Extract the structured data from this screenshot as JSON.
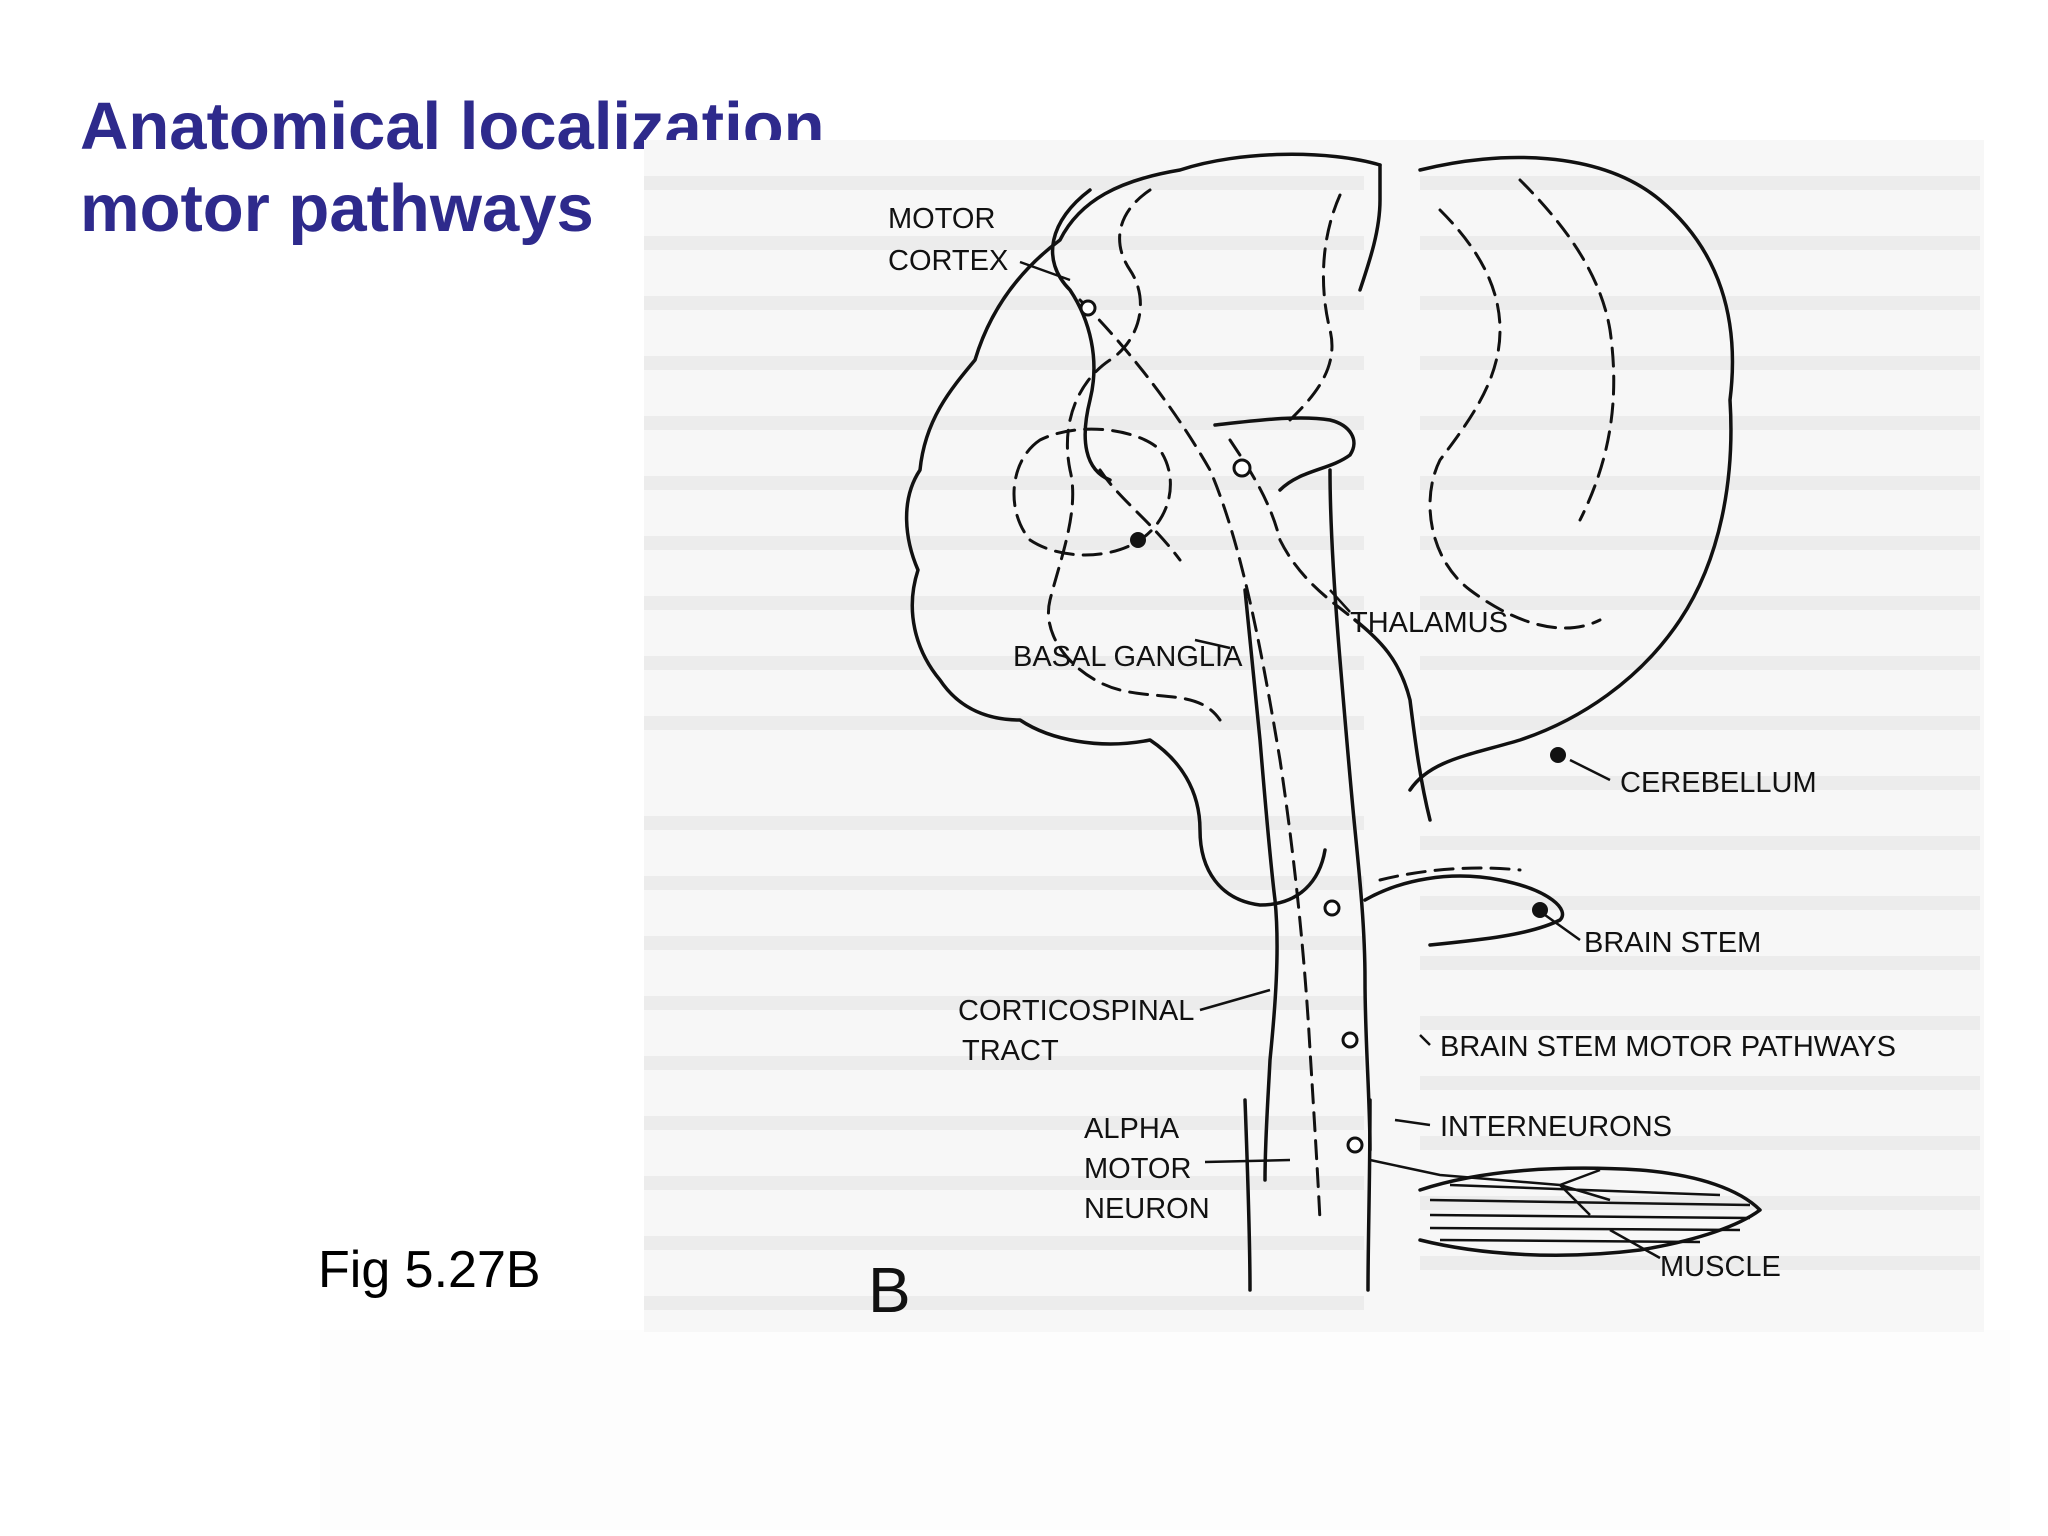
{
  "slide": {
    "title_line1": "Anatomical localization",
    "title_line2": "motor pathways",
    "caption": "Fig 5.27B",
    "panel_letter": "B"
  },
  "diagram": {
    "labels": {
      "motor_cortex_1": "MOTOR",
      "motor_cortex_2": "CORTEX",
      "thalamus": "THALAMUS",
      "basal_ganglia": "BASAL GANGLIA",
      "cerebellum": "CEREBELLUM",
      "brain_stem": "BRAIN STEM",
      "corticospinal_1": "CORTICOSPINAL",
      "corticospinal_2": "TRACT",
      "brain_stem_motor": "BRAIN STEM MOTOR PATHWAYS",
      "interneurons": "INTERNEURONS",
      "alpha_1": "ALPHA",
      "alpha_2": "MOTOR",
      "alpha_3": "NEURON",
      "muscle": "MUSCLE"
    }
  },
  "colors": {
    "title": "#2e2a8c",
    "background": "#ffffff"
  }
}
